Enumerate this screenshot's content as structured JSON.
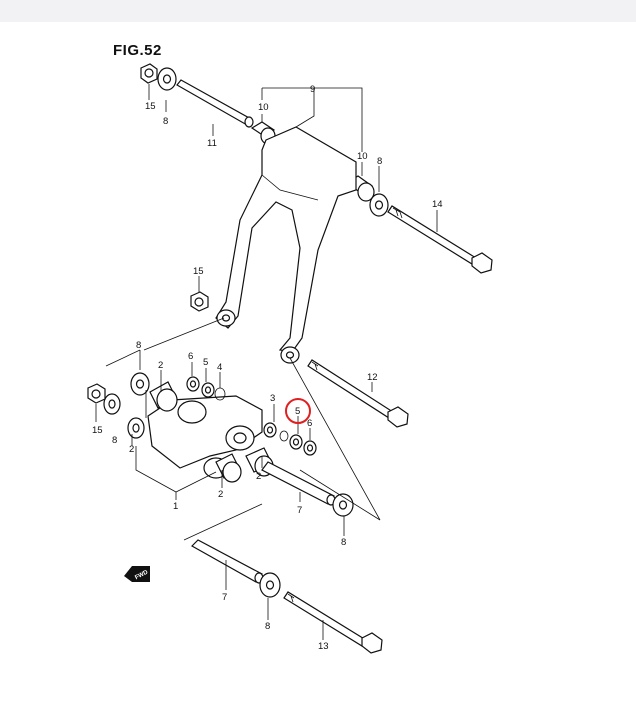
{
  "figure": {
    "title": "FIG.52"
  },
  "callouts": [
    {
      "id": "c15a",
      "text": "15"
    },
    {
      "id": "c8a",
      "text": "8"
    },
    {
      "id": "c11",
      "text": "11"
    },
    {
      "id": "c10a",
      "text": "10"
    },
    {
      "id": "c9",
      "text": "9"
    },
    {
      "id": "c10b",
      "text": "10"
    },
    {
      "id": "c8b",
      "text": "8"
    },
    {
      "id": "c14",
      "text": "14"
    },
    {
      "id": "c15b",
      "text": "15"
    },
    {
      "id": "c8c",
      "text": "8"
    },
    {
      "id": "c2a",
      "text": "2"
    },
    {
      "id": "c6a",
      "text": "6"
    },
    {
      "id": "c5a",
      "text": "5"
    },
    {
      "id": "c4",
      "text": "4"
    },
    {
      "id": "c12",
      "text": "12"
    },
    {
      "id": "c3",
      "text": "3"
    },
    {
      "id": "c5b",
      "text": "5"
    },
    {
      "id": "c6b",
      "text": "6"
    },
    {
      "id": "c15c",
      "text": "15"
    },
    {
      "id": "c8d",
      "text": "8"
    },
    {
      "id": "c2b",
      "text": "2"
    },
    {
      "id": "c2c",
      "text": "2"
    },
    {
      "id": "c1",
      "text": "1"
    },
    {
      "id": "c2d",
      "text": "2"
    },
    {
      "id": "c7a",
      "text": "7"
    },
    {
      "id": "c8e",
      "text": "8"
    },
    {
      "id": "c7b",
      "text": "7"
    },
    {
      "id": "c8f",
      "text": "8"
    },
    {
      "id": "c13",
      "text": "13"
    }
  ],
  "fwd_label": "FWD",
  "highlight_color": "#e02020"
}
